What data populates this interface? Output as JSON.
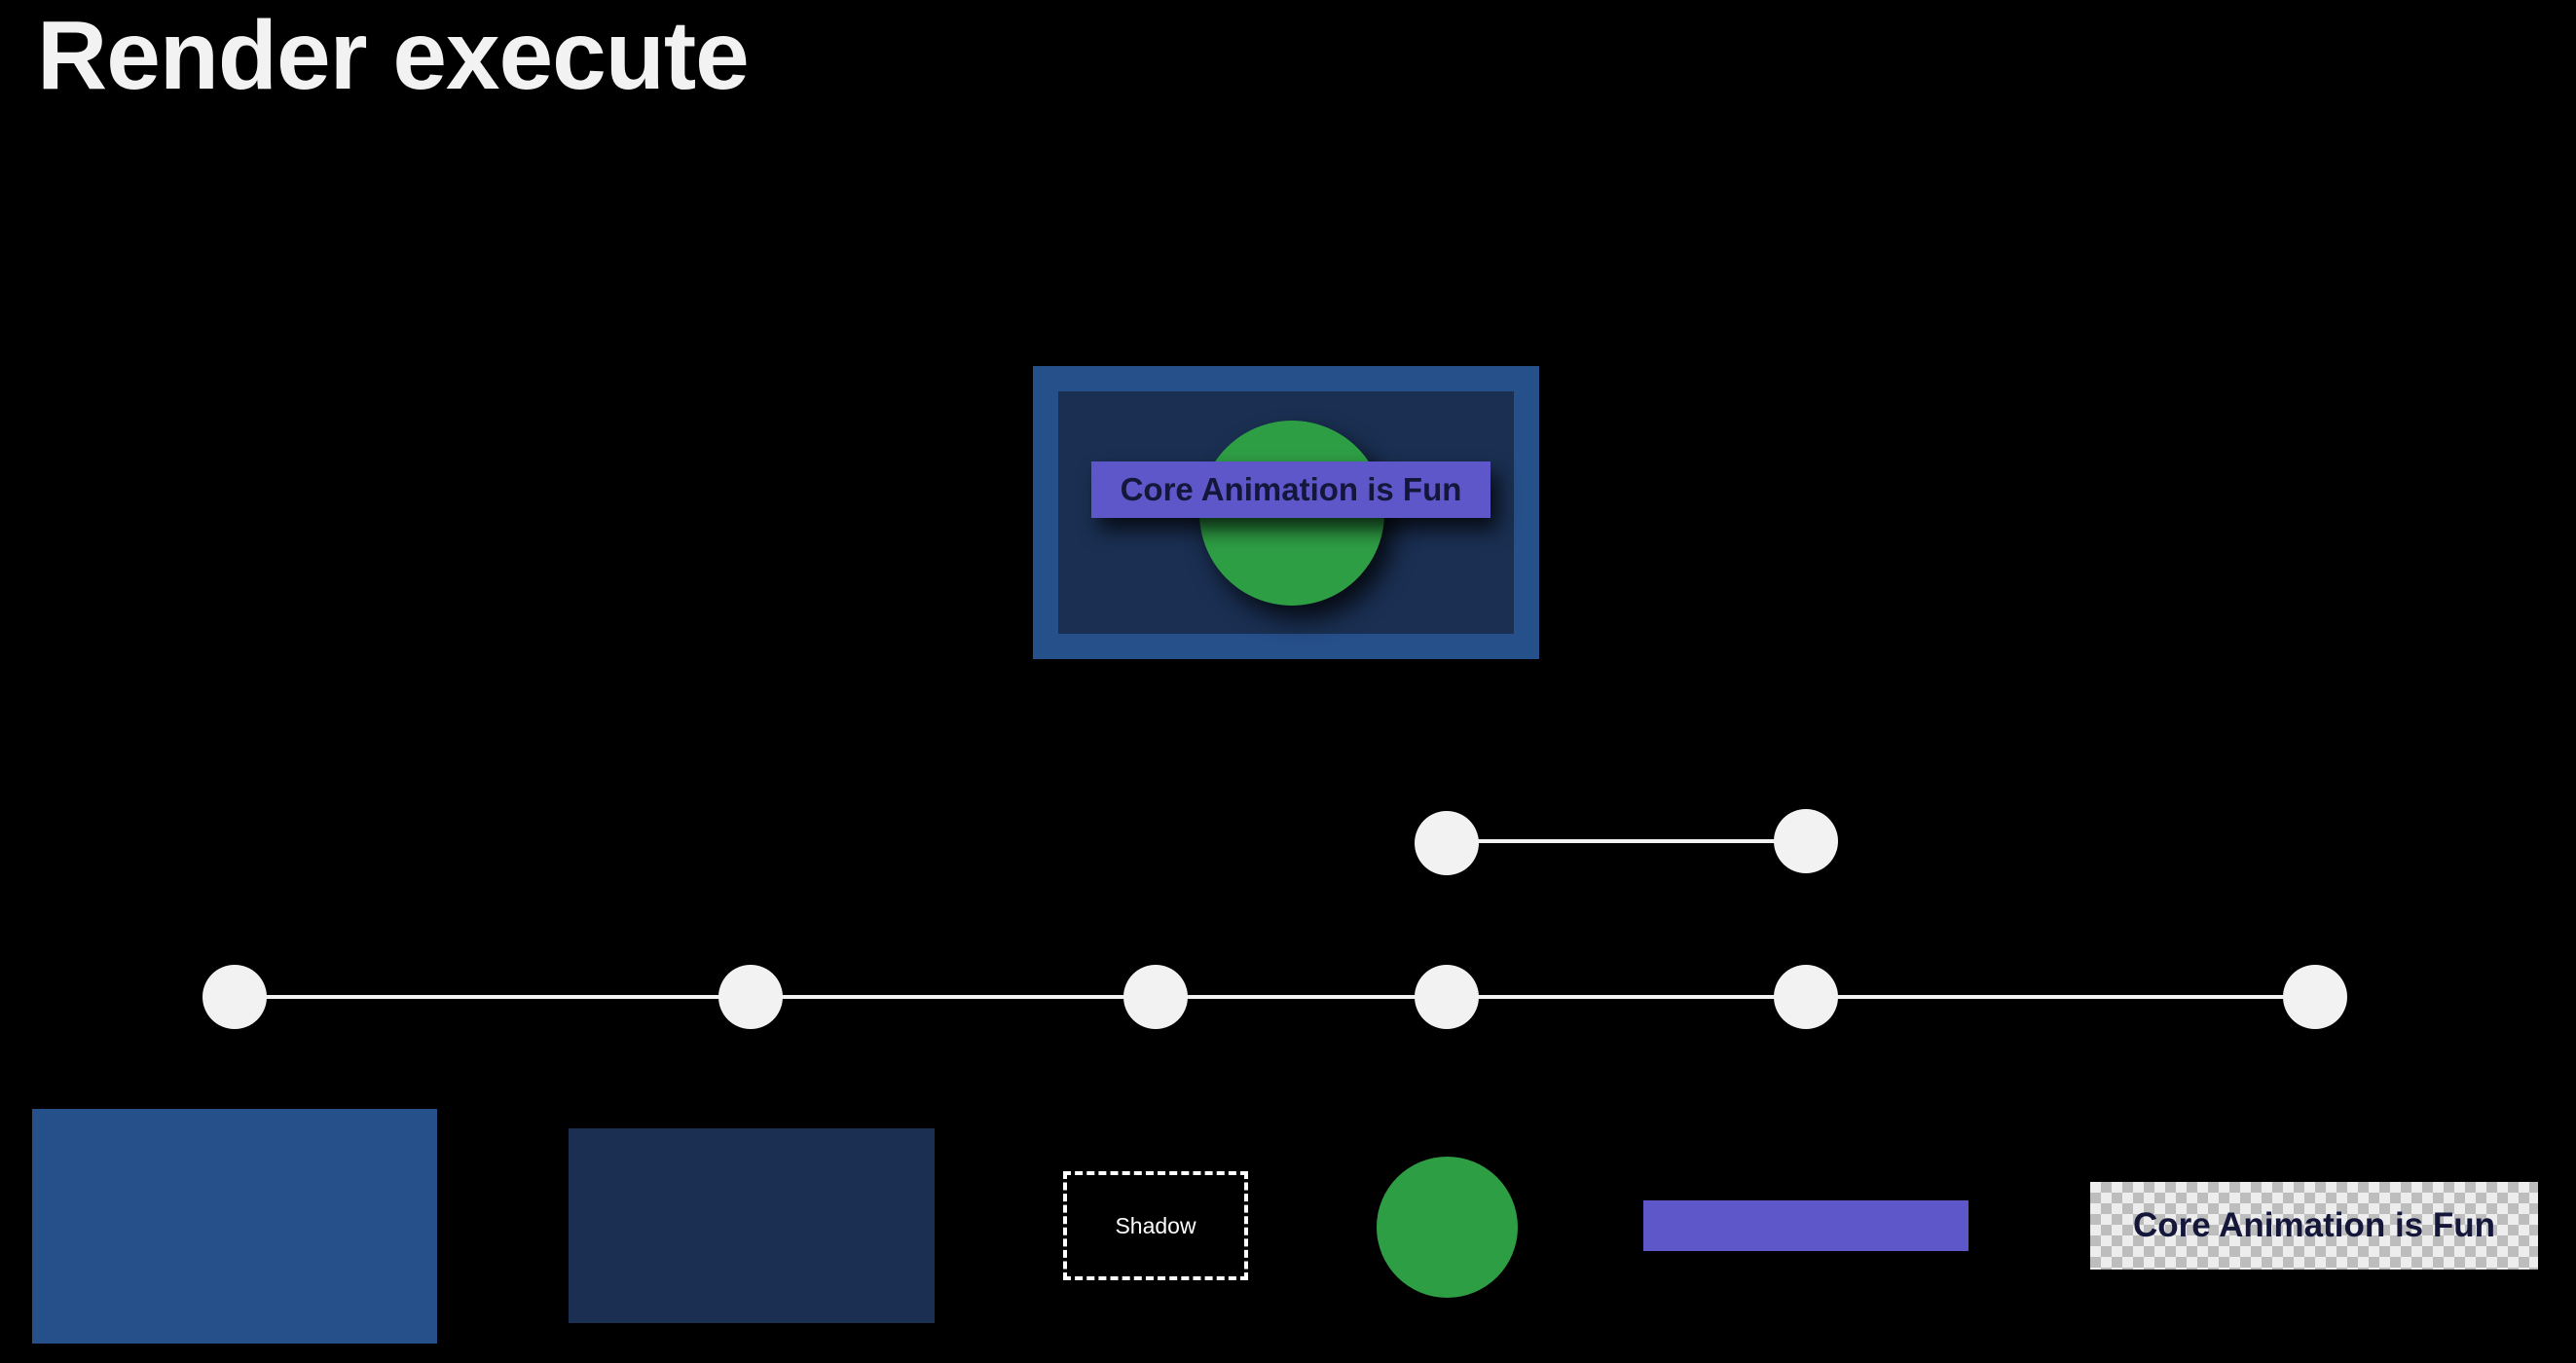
{
  "slide": {
    "title": "Render execute"
  },
  "composite": {
    "label": "Core Animation is Fun",
    "colors": {
      "outer": "#26508a",
      "inner": "#1a2f52",
      "circle": "#2e9e44",
      "label_bg": "#5d57c9"
    }
  },
  "timeline": {
    "main_nodes": 6,
    "branch_nodes": 2,
    "node_color": "#f2f2f2",
    "line_color": "#f2f2f2"
  },
  "layers": {
    "shadow_label": "Shadow",
    "text_label": "Core Animation is Fun",
    "colors": {
      "blue": "#26508a",
      "navy": "#1a2f52",
      "green": "#2e9e44",
      "purple": "#5d57c9"
    }
  }
}
